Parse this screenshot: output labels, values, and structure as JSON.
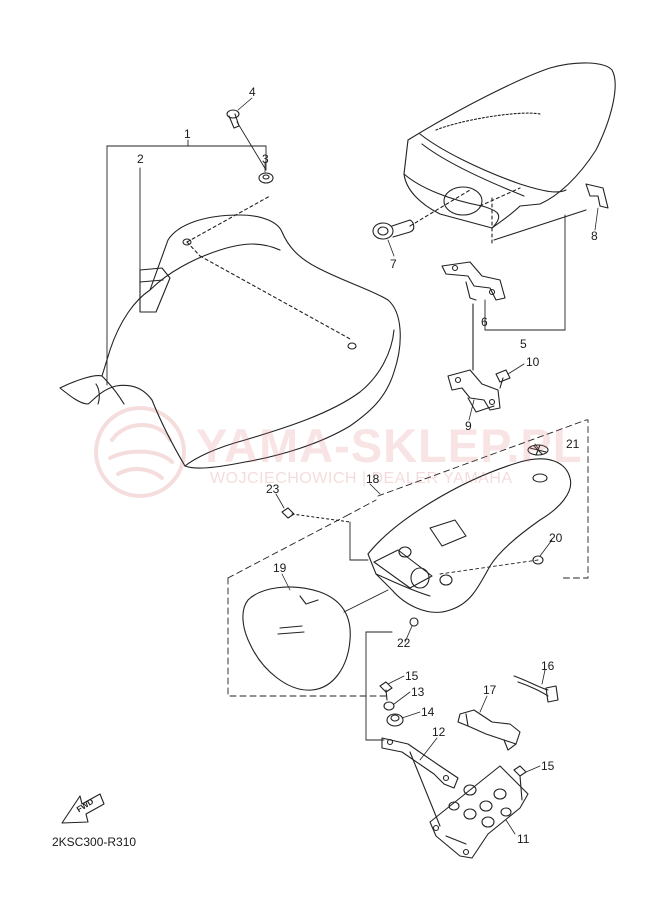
{
  "diagram": {
    "code": "2KSC300-R310",
    "fwd_label": "FWD",
    "watermark": {
      "title": "YAMA-SKLEP.PL",
      "subtitle": "WOJCIECHOWICH | DEALER YAMAHA"
    },
    "callouts": {
      "c1": "1",
      "c2": "2",
      "c3": "3",
      "c4": "4",
      "c5": "5",
      "c6": "6",
      "c7": "7",
      "c8": "8",
      "c9": "9",
      "c10": "10",
      "c11": "11",
      "c12": "12",
      "c13": "13",
      "c14": "14",
      "c15a": "15",
      "c15b": "15",
      "c16": "16",
      "c17": "17",
      "c18": "18",
      "c19": "19",
      "c20": "20",
      "c21": "21",
      "c22": "22",
      "c23": "23"
    }
  }
}
